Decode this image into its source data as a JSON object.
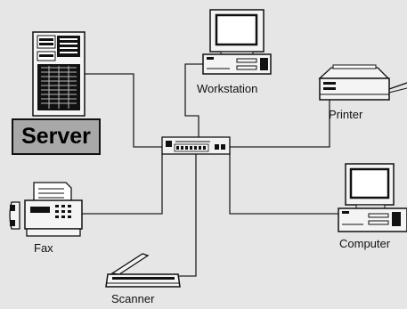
{
  "diagram": {
    "nodes": {
      "server": "Server",
      "workstation": "Workstation",
      "printer": "Printer",
      "computer": "Computer",
      "fax": "Fax",
      "scanner": "Scanner"
    }
  }
}
